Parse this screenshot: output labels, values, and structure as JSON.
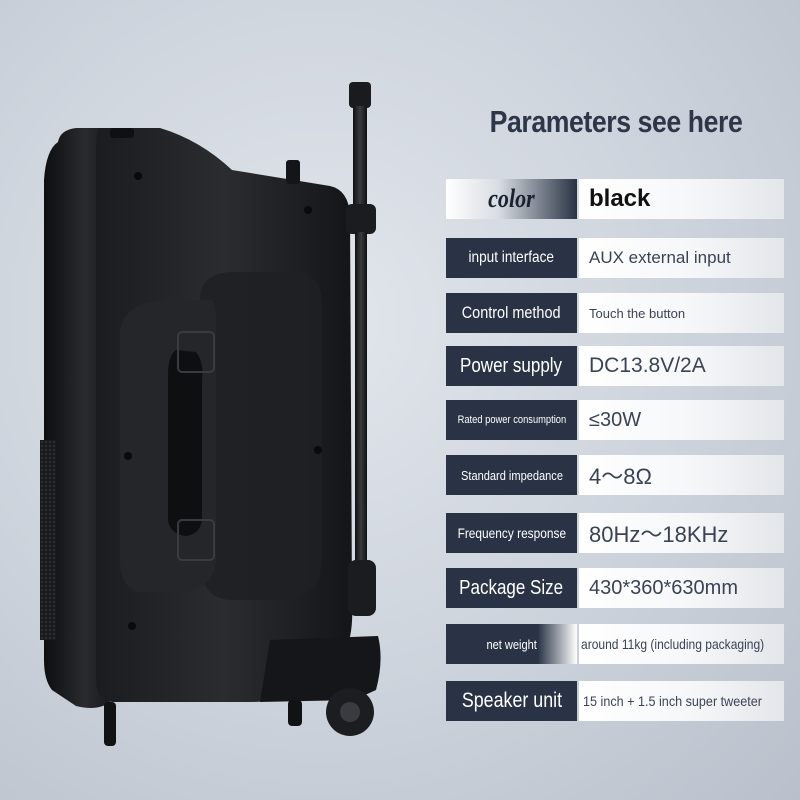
{
  "title": "Parameters see here",
  "parameters": [
    {
      "label": "color",
      "value": "black"
    },
    {
      "label": "input interface",
      "value": "AUX external input"
    },
    {
      "label": "Control method",
      "value": "Touch the button"
    },
    {
      "label": "Power supply",
      "value": "DC13.8V/2A"
    },
    {
      "label": "Rated power consumption",
      "value": "≤30W"
    },
    {
      "label": "Standard impedance",
      "value": "4～8Ω"
    },
    {
      "label": "Frequency response",
      "value": "80Hz～18KHz"
    },
    {
      "label": "Package Size",
      "value": "430*360*630mm"
    },
    {
      "label": "net weight",
      "value": "around 11kg (including packaging)"
    },
    {
      "label": "Speaker unit",
      "value": "15 inch + 1.5 inch super tweeter"
    }
  ]
}
